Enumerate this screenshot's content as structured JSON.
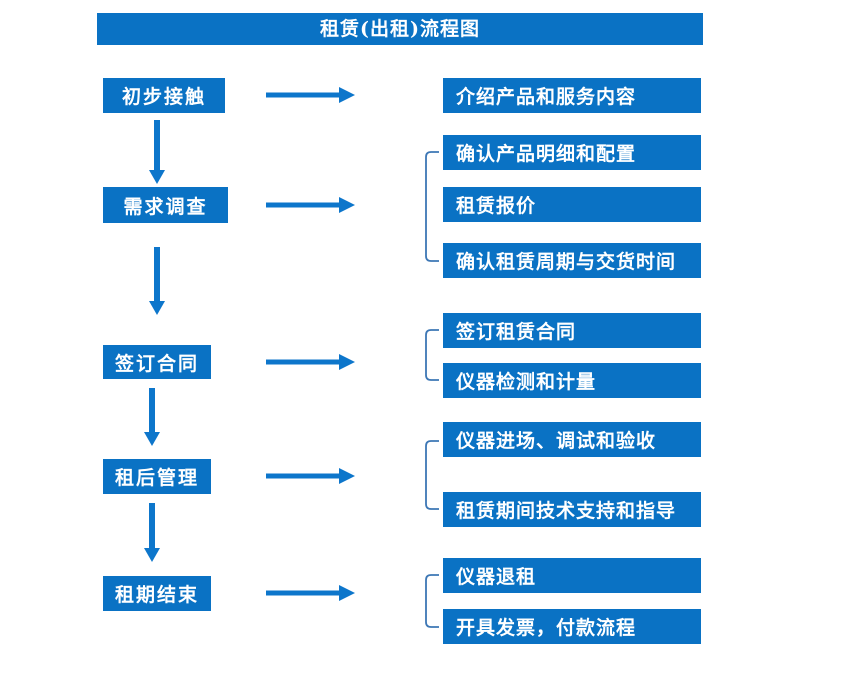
{
  "title": "租赁(出租)流程图",
  "colors": {
    "box_blue": "#0a72c4",
    "arrow_blue": "#0d76cb",
    "bracket_blue": "#3d77b5",
    "text_white": "#ffffff",
    "background": "#ffffff"
  },
  "steps": [
    {
      "label": "初步接触"
    },
    {
      "label": "需求调查"
    },
    {
      "label": "签订合同"
    },
    {
      "label": "租后管理"
    },
    {
      "label": "租期结束"
    }
  ],
  "details": [
    {
      "label": "介绍产品和服务内容",
      "group": 1
    },
    {
      "label": "确认产品明细和配置",
      "group": 2
    },
    {
      "label": "租赁报价",
      "group": 2
    },
    {
      "label": "确认租赁周期与交货时间",
      "group": 2
    },
    {
      "label": "签订租赁合同",
      "group": 3
    },
    {
      "label": "仪器检测和计量",
      "group": 3
    },
    {
      "label": "仪器进场、调试和验收",
      "group": 4
    },
    {
      "label": "租赁期间技术支持和指导",
      "group": 4
    },
    {
      "label": "仪器退租",
      "group": 5
    },
    {
      "label": "开具发票，付款流程",
      "group": 5
    }
  ]
}
